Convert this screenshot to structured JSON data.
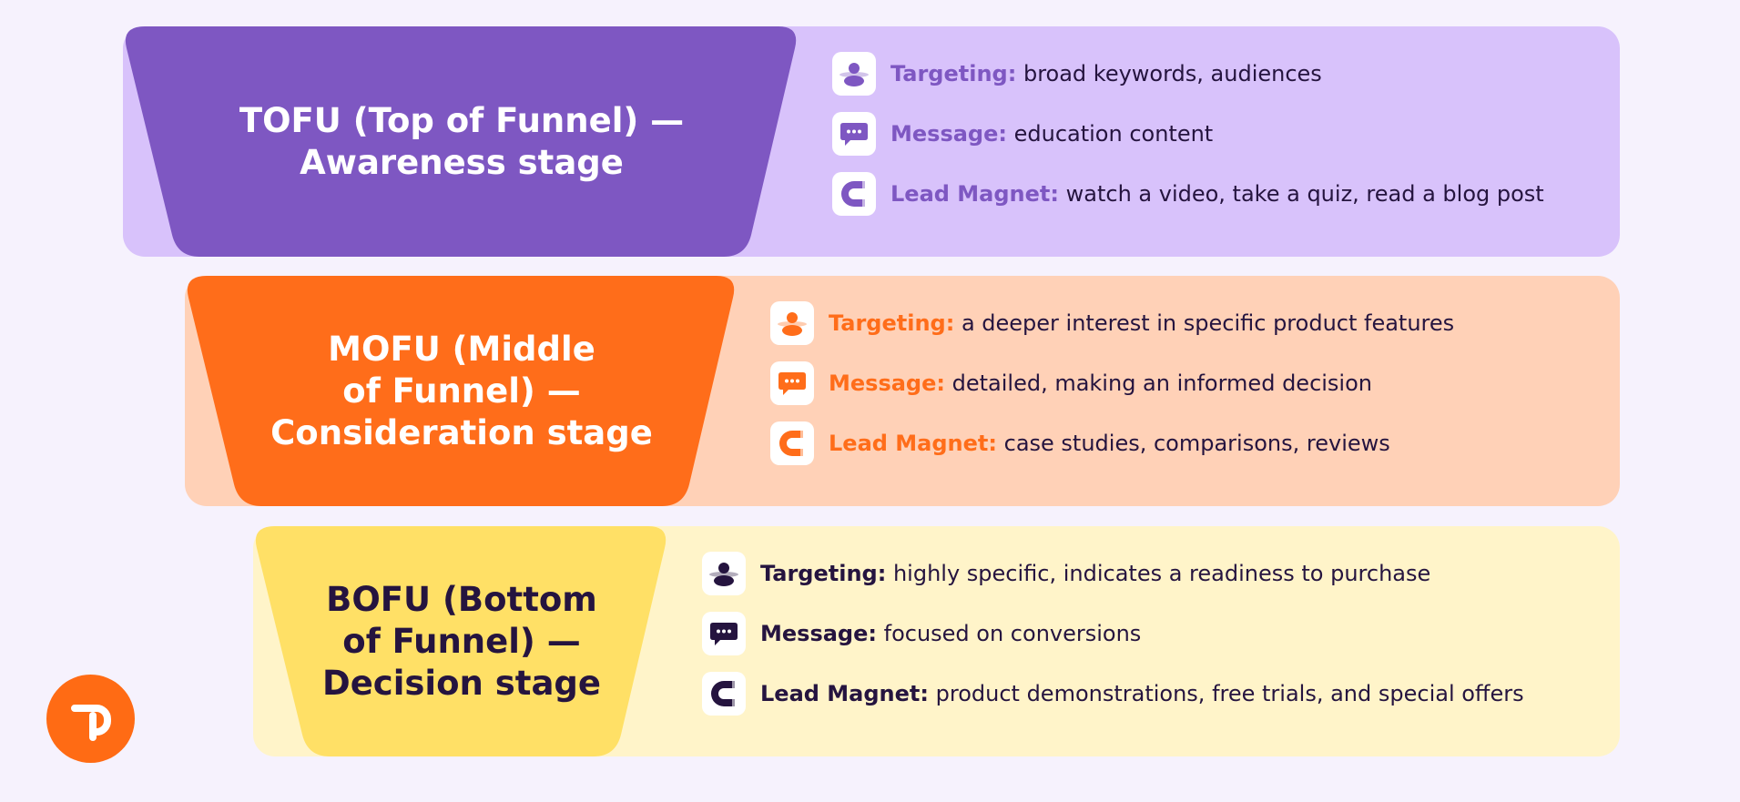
{
  "stages": [
    {
      "title_lines": [
        "TOFU (Top of Funnel) —",
        "Awareness stage"
      ],
      "colors": {
        "funnel": "#7e57c2",
        "panel": "#d8c2fb",
        "label": "#7e57c2",
        "icon": "#7e57c2",
        "title": "#ffffff"
      },
      "items": [
        {
          "icon": "person-icon",
          "label": "Targeting:",
          "text": " broad keywords, audiences"
        },
        {
          "icon": "chat-icon",
          "label": "Message:",
          "text": " education content"
        },
        {
          "icon": "magnet-icon",
          "label": "Lead Magnet:",
          "text": " watch a video, take a quiz, read a blog post"
        }
      ]
    },
    {
      "title_lines": [
        "MOFU (Middle",
        "of Funnel) —",
        "Consideration stage"
      ],
      "colors": {
        "funnel": "#ff6d1a",
        "panel": "#ffd1b7",
        "label": "#ff6d1a",
        "icon": "#ff6d1a",
        "title": "#ffffff"
      },
      "items": [
        {
          "icon": "person-icon",
          "label": "Targeting:",
          "text": " a deeper interest in specific product features"
        },
        {
          "icon": "chat-icon",
          "label": "Message:",
          "text": " detailed, making an informed decision"
        },
        {
          "icon": "magnet-icon",
          "label": "Lead Magnet:",
          "text": " case studies, comparisons, reviews"
        }
      ]
    },
    {
      "title_lines": [
        "BOFU (Bottom",
        "of Funnel) —",
        "Decision stage"
      ],
      "colors": {
        "funnel": "#ffe066",
        "panel": "#fff4c9",
        "label": "#25143f",
        "icon": "#25143f",
        "title": "#25143f"
      },
      "items": [
        {
          "icon": "person-icon",
          "label": "Targeting:",
          "text": " highly specific, indicates a readiness to purchase"
        },
        {
          "icon": "chat-icon",
          "label": "Message:",
          "text": " focused on conversions"
        },
        {
          "icon": "magnet-icon",
          "label": "Lead Magnet:",
          "text": " product demonstrations, free trials, and special offers"
        }
      ]
    }
  ],
  "logo": {
    "icon": "brand-logo-icon",
    "color": "#ff6b14"
  }
}
